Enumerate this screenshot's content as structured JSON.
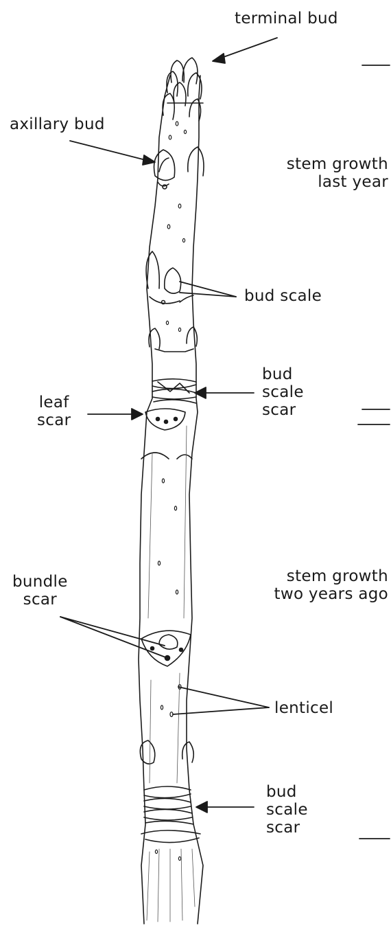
{
  "labels": {
    "terminal_bud": "terminal bud",
    "axillary_bud": "axillary bud",
    "stem_growth_last_year": "stem growth\nlast year",
    "bud_scale": "bud scale",
    "bud_scale_scar_upper": "bud\nscale\nscar",
    "leaf_scar": "leaf\nscar",
    "bundle_scar": "bundle\nscar",
    "stem_growth_two_years_ago": "stem growth\ntwo years ago",
    "lenticel": "lenticel",
    "bud_scale_scar_lower": "bud\nscale\nscar"
  }
}
